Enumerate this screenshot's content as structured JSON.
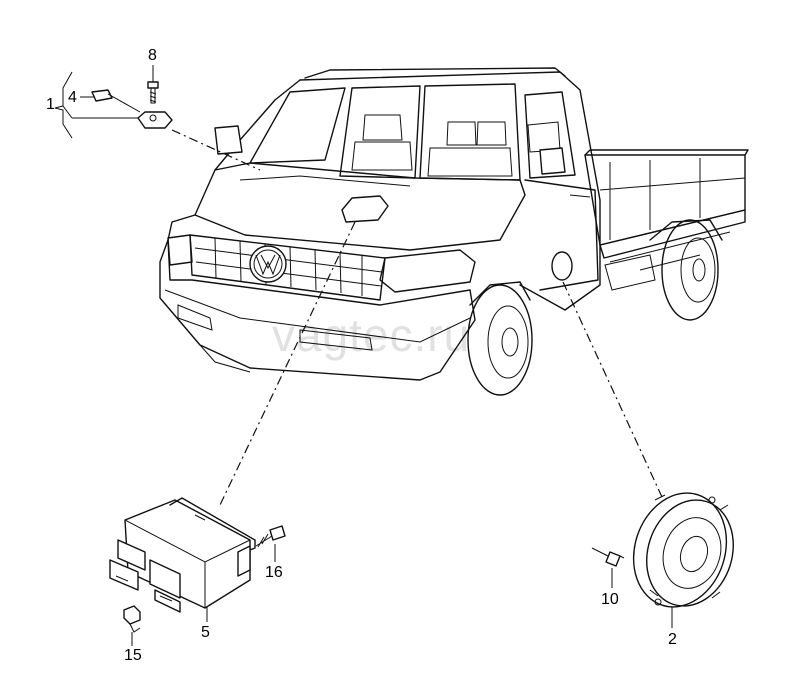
{
  "watermark": "vagtec.ru",
  "callouts": {
    "c1": "1",
    "c4": "4",
    "c8": "8",
    "c5": "5",
    "c15": "15",
    "c16": "16",
    "c10": "10",
    "c2": "2"
  }
}
